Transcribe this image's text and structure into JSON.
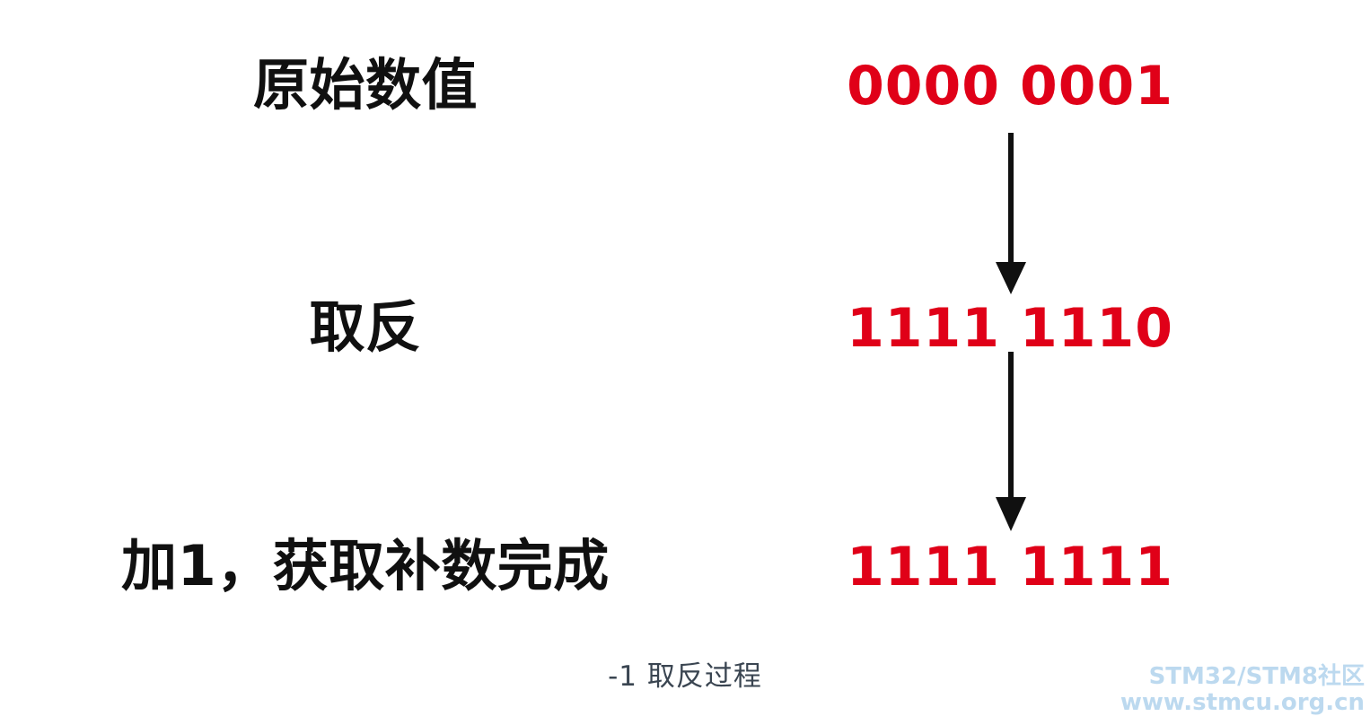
{
  "diagram": {
    "title": "-1 取反过程",
    "caption": "-1 取反过程",
    "background_color": "#ffffff",
    "label_color": "#101010",
    "value_color": "#e00018",
    "arrow_color": "#101010",
    "caption_color": "#3a4551",
    "watermark_color": "#bcd9ef",
    "steps": [
      {
        "label": "原始数值",
        "value": "0000 0001"
      },
      {
        "label": "取反",
        "value": "1111 1110"
      },
      {
        "label": "加1，获取补数完成",
        "value": "1111 1111"
      }
    ],
    "arrows": [
      {
        "name": "arrow-step1-to-step2",
        "direction": "down"
      },
      {
        "name": "arrow-step2-to-step3",
        "direction": "down"
      }
    ]
  },
  "watermark": {
    "line1": "STM32/STM8社区",
    "line2": "www.stmcu.org.cn"
  }
}
